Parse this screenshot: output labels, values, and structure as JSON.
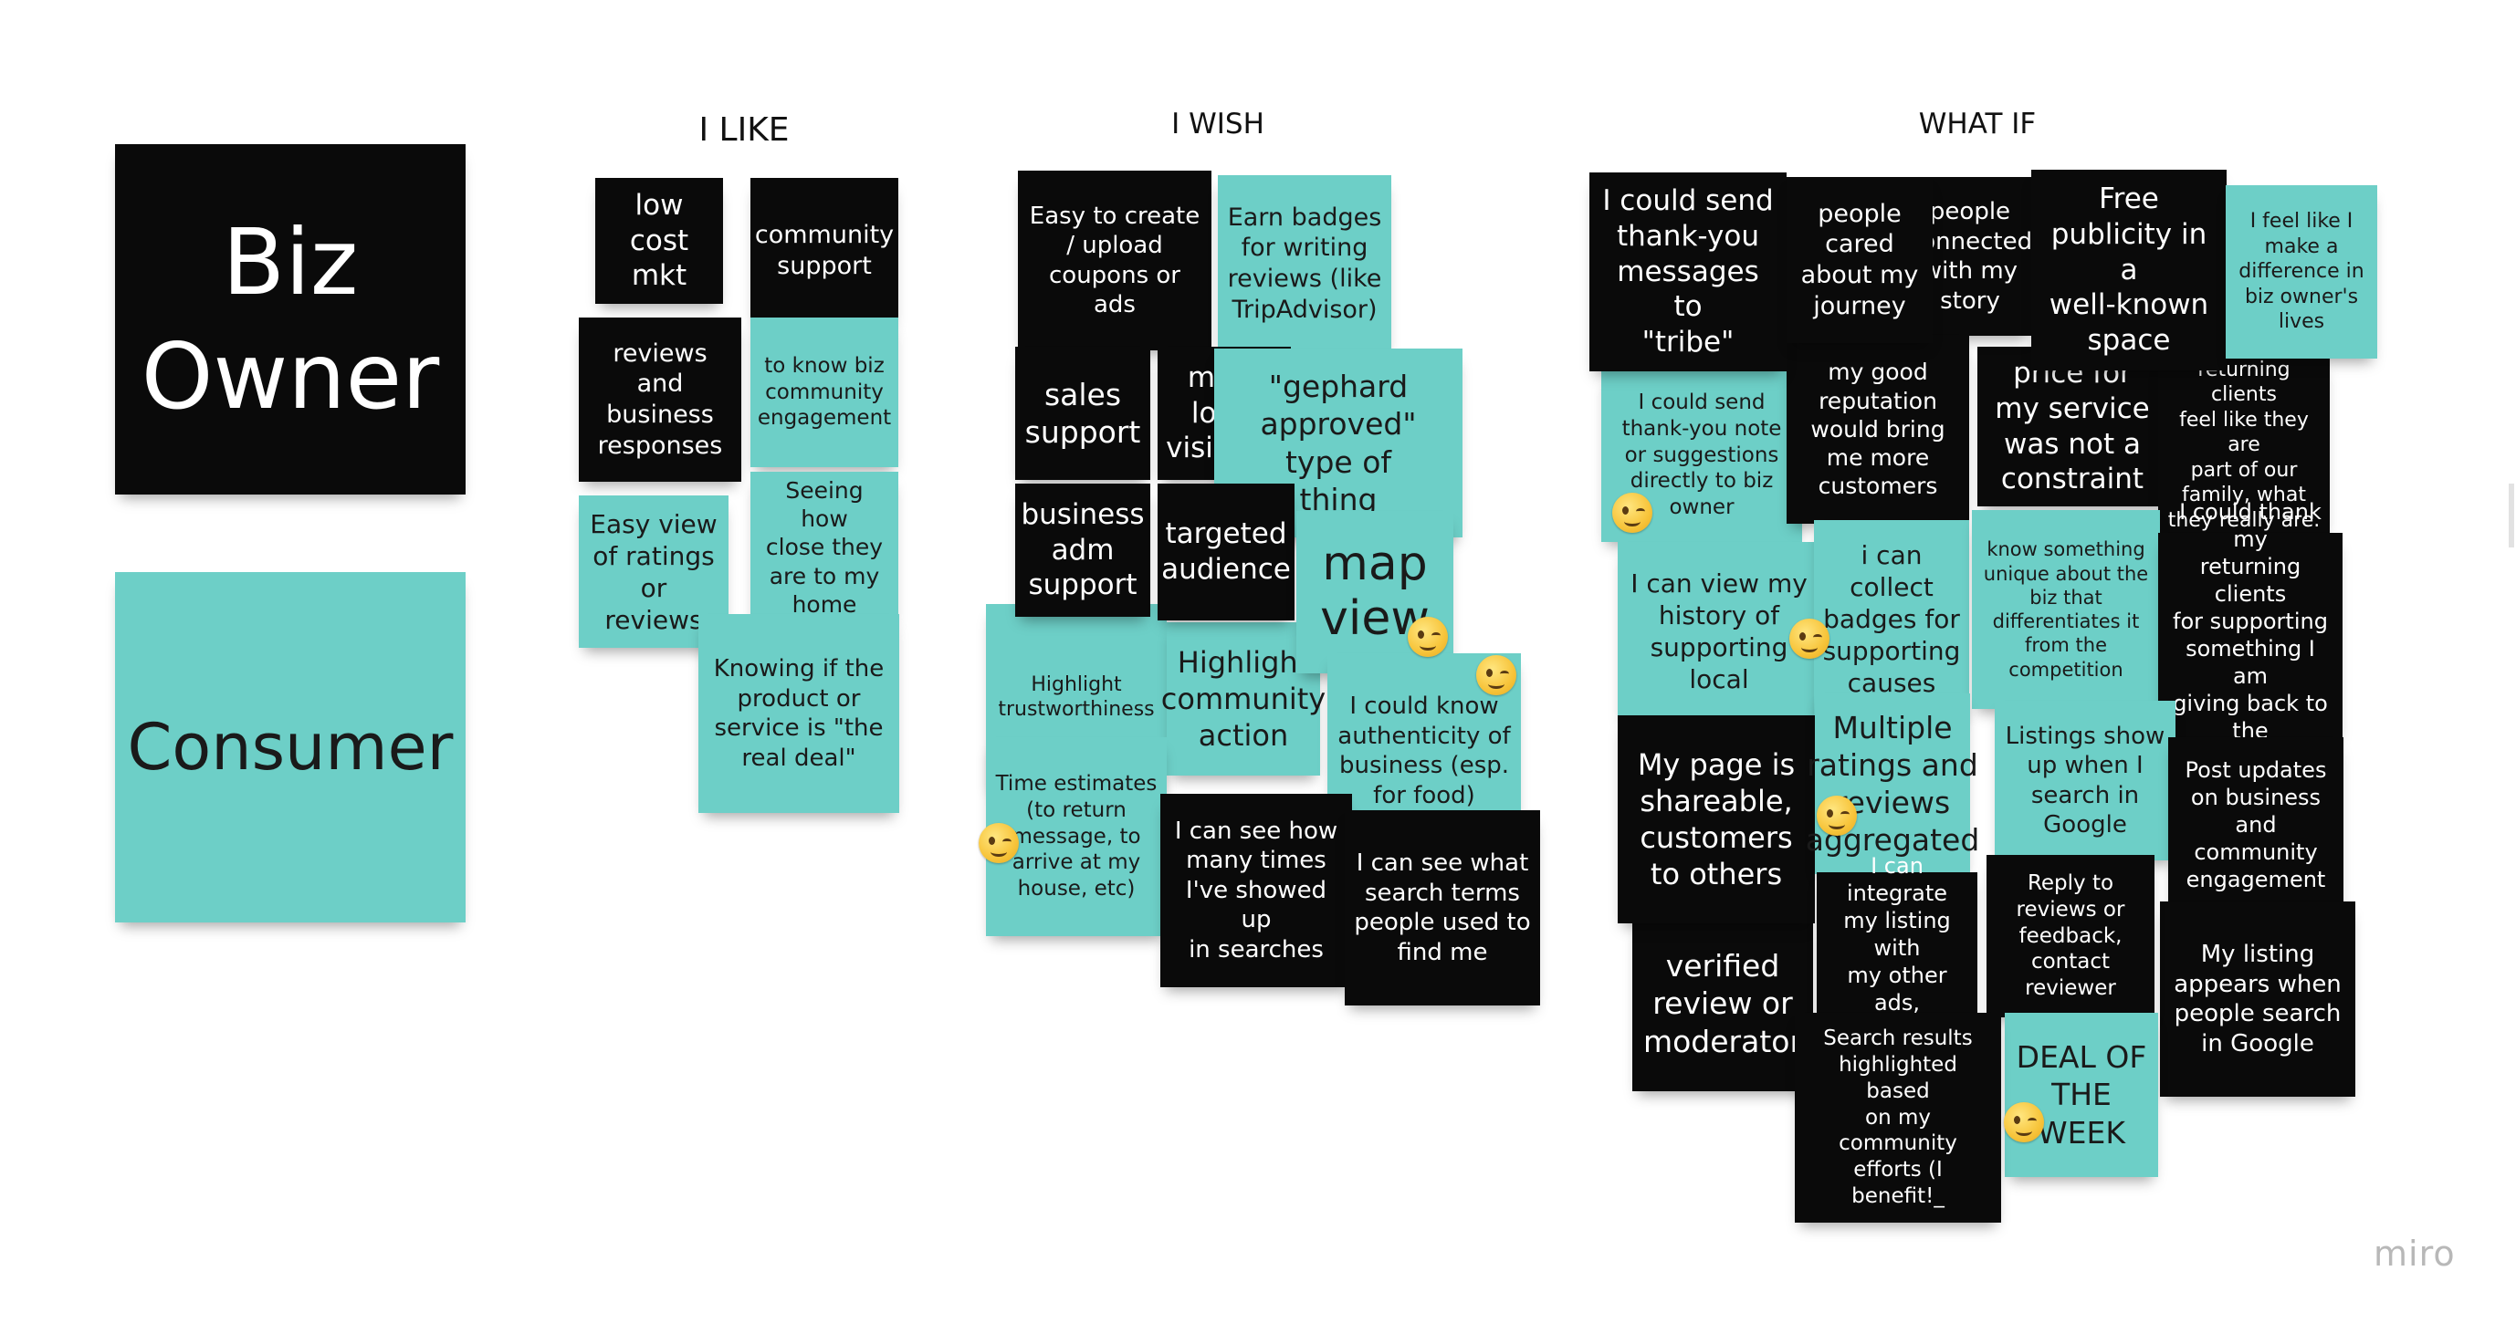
{
  "board": {
    "headers": [
      {
        "label": "I LIKE"
      },
      {
        "label": "I WISH"
      },
      {
        "label": "WHAT IF"
      }
    ],
    "personas": [
      {
        "label": "Biz\nOwner",
        "color": "black"
      },
      {
        "label": "Consumer",
        "color": "teal"
      }
    ],
    "i_like": [
      {
        "text": "low cost\nmkt",
        "color": "black"
      },
      {
        "text": "community\nsupport",
        "color": "black"
      },
      {
        "text": "reviews\nand\nbusiness\nresponses",
        "color": "black"
      },
      {
        "text": "to know biz\ncommunity\nengagement",
        "color": "teal"
      },
      {
        "text": "Easy view\nof ratings\nor reviews",
        "color": "teal"
      },
      {
        "text": "Seeing how\nclose they\nare to my\nhome",
        "color": "teal"
      },
      {
        "text": "Knowing if the\nproduct or\nservice is \"the\nreal deal\"",
        "color": "teal"
      }
    ],
    "i_wish": [
      {
        "text": "Easy to create\n/ upload\ncoupons or\nads",
        "color": "black"
      },
      {
        "text": "Earn badges\nfor writing\nreviews (like\nTripAdvisor)",
        "color": "teal"
      },
      {
        "text": "sales\nsupport",
        "color": "black"
      },
      {
        "text": "more\nlocal\nvisibility",
        "color": "black"
      },
      {
        "text": "\"gephard\napproved\"\ntype of\nthing",
        "color": "teal"
      },
      {
        "text": "business\nadm\nsupport",
        "color": "black"
      },
      {
        "text": "targeted\naudience",
        "color": "black"
      },
      {
        "text": "map\nview",
        "color": "teal"
      },
      {
        "text": "Highlight\ntrustworthiness",
        "color": "teal"
      },
      {
        "text": "Highlight\ncommunity\naction",
        "color": "teal"
      },
      {
        "text": "I could know\nauthenticity of\nbusiness (esp.\nfor food)",
        "color": "teal"
      },
      {
        "text": "Time estimates\n(to return\nmessage, to\narrive at my\nhouse, etc)",
        "color": "teal"
      },
      {
        "text": "I can see how\nmany times\nI've showed up\nin searches",
        "color": "black"
      },
      {
        "text": "I can see what\nsearch terms\npeople used to\nfind me",
        "color": "black"
      }
    ],
    "what_if": [
      {
        "text": "I could send\nthank-you\nmessages to\n\"tribe\"",
        "color": "black"
      },
      {
        "text": "people\ncared\nabout my\njourney",
        "color": "black"
      },
      {
        "text": "people\nconnected\nwith my\nstory",
        "color": "black"
      },
      {
        "text": "Free\npublicity in a\nwell-known\nspace",
        "color": "black"
      },
      {
        "text": "I feel like I\nmake a\ndifference in\nbiz owner's\nlives",
        "color": "teal"
      },
      {
        "text": "I could send\nthank-you note\nor suggestions\ndirectly to biz\nowner",
        "color": "teal"
      },
      {
        "text": "my good\nreputation\nwould bring\nme more\ncustomers",
        "color": "black"
      },
      {
        "text": "price for\nmy service\nwas not a\nconstraint",
        "color": "black"
      },
      {
        "text": "returning clients\nfeel like they are\npart of our\nfamily, what\nthey really are.",
        "color": "black"
      },
      {
        "text": "I can view my\nhistory of\nsupporting\nlocal",
        "color": "teal"
      },
      {
        "text": "i can collect\nbadges for\nsupporting\ncauses",
        "color": "teal"
      },
      {
        "text": "know something\nunique about the\nbiz that\ndifferentiates it\nfrom the\ncompetition",
        "color": "teal"
      },
      {
        "text": "I could thank my\nreturning clients\nfor supporting\nsomething I am\ngiving back to the\ncommunity",
        "color": "black"
      },
      {
        "text": "My page is\nshareable,\ncustomers\nto others",
        "color": "black"
      },
      {
        "text": "Multiple\nratings and\nreviews\naggregated",
        "color": "teal"
      },
      {
        "text": "Listings show\nup when I\nsearch in\nGoogle",
        "color": "teal"
      },
      {
        "text": "Post updates\non business\nand\ncommunity\nengagement",
        "color": "black"
      },
      {
        "text": "verified\nreview or\nmoderator",
        "color": "black"
      },
      {
        "text": "I can integrate\nmy listing with\nmy other ads,\ncross-linking",
        "color": "black"
      },
      {
        "text": "Reply to\nreviews or\nfeedback,\ncontact\nreviewer",
        "color": "black"
      },
      {
        "text": "My listing\nappears when\npeople search\nin Google",
        "color": "black"
      },
      {
        "text": "Search results\nhighlighted based\non my community\nefforts (I benefit!_",
        "color": "black"
      },
      {
        "text": "DEAL OF\nTHE\nWEEK",
        "color": "teal"
      }
    ],
    "emojis": [
      {
        "name": "winking-face-icon"
      },
      {
        "name": "winking-face-icon"
      },
      {
        "name": "winking-face-icon"
      },
      {
        "name": "winking-face-icon"
      },
      {
        "name": "winking-face-icon"
      },
      {
        "name": "winking-face-icon"
      },
      {
        "name": "winking-face-icon"
      }
    ]
  },
  "colors": {
    "black": "#0a0a0a",
    "teal": "#6dcfc7"
  },
  "logo": "miro"
}
